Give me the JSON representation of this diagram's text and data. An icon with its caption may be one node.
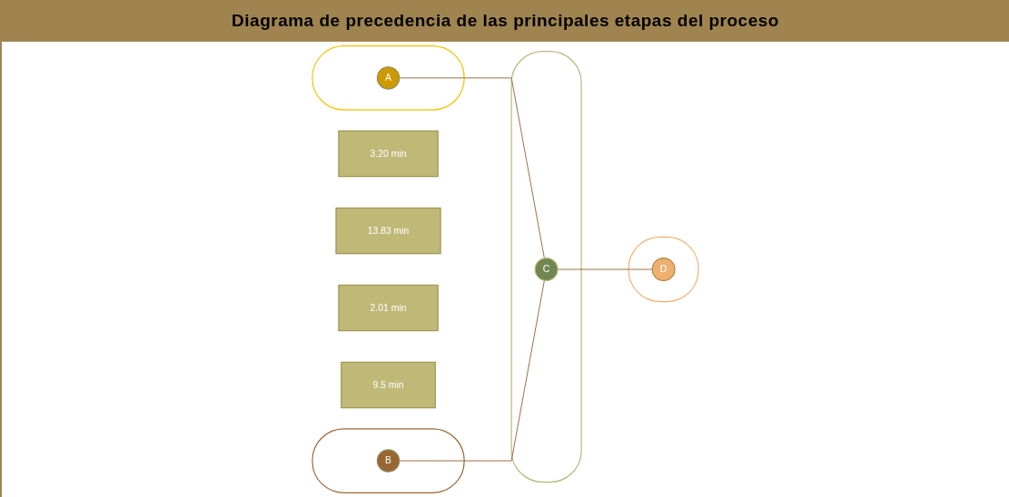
{
  "diagram": {
    "title": "Diagrama de precedencia de las principales etapas del proceso",
    "nodes": [
      {
        "text": [],
        "shape": "ellipse"
      },
      {
        "text": [
          "A"
        ],
        "in": 0
      },
      {
        "text": [],
        "shape": "ellipse"
      },
      {
        "text": [
          "B"
        ],
        "in": 2
      },
      {
        "text": [],
        "shape": "ellipse"
      },
      {
        "text": [
          "C"
        ],
        "in": 4
      },
      {
        "text": [],
        "shape": "ellipse"
      },
      {
        "text": [
          "D"
        ],
        "in": 6
      },
      {
        "text": [
          "3.20 min"
        ]
      },
      {
        "text": [
          "13.83 min"
        ]
      },
      {
        "text": [
          "2.01 min"
        ]
      },
      {
        "text": [
          "9.5 min"
        ]
      }
    ],
    "edges": [
      {
        "from": 1,
        "to": 5,
        "arrow": "none"
      },
      {
        "from": 3,
        "to": 5,
        "arrow": "none"
      },
      {
        "from": 5,
        "to": 7,
        "arrow": "none"
      }
    ]
  }
}
